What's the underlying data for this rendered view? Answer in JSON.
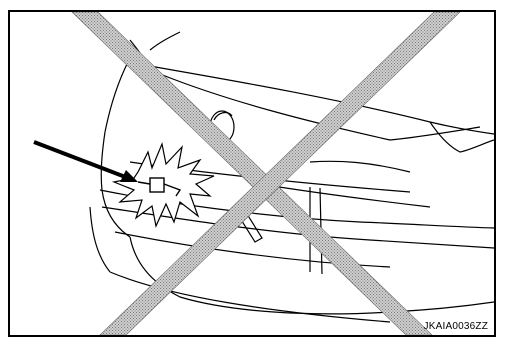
{
  "figure": {
    "code": "JKAIA0036ZZ",
    "prohibited_mark": "x-cross",
    "pointer": "arrow",
    "impact_mark": "starburst"
  },
  "colors": {
    "line": "#000000",
    "cross_fill": "#b8b8b8",
    "background": "#ffffff"
  }
}
